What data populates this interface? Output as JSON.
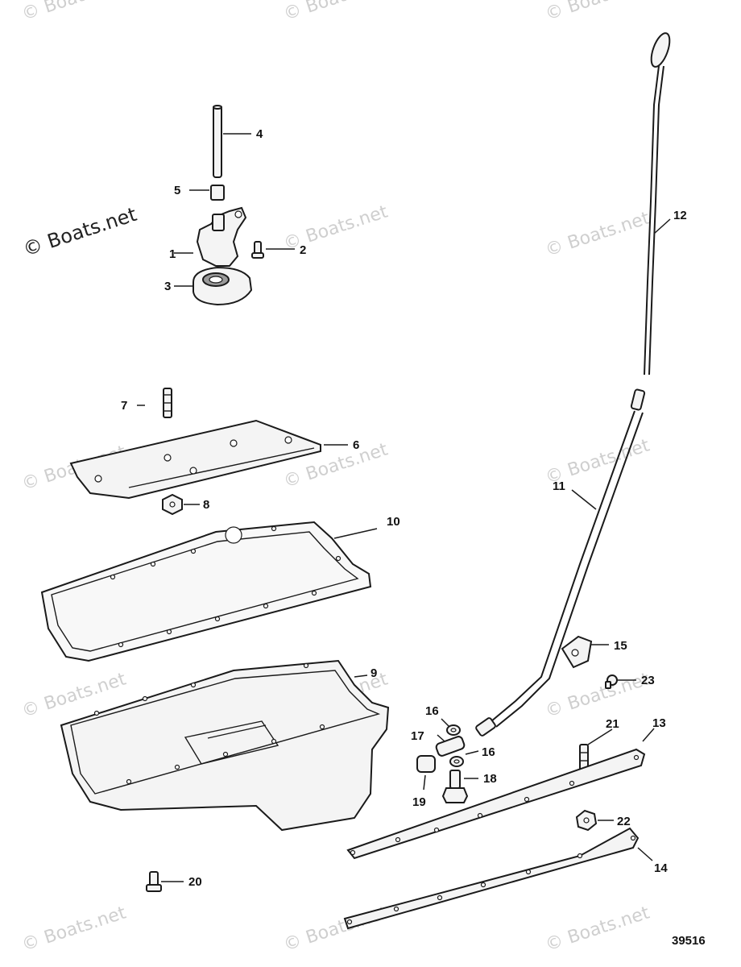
{
  "diagram": {
    "figure_number": "39516",
    "copyright_notice": "© Boats.net",
    "watermark_text": "© Boats.net",
    "callouts": [
      "1",
      "2",
      "3",
      "4",
      "5",
      "6",
      "7",
      "8",
      "9",
      "10",
      "11",
      "12",
      "13",
      "14",
      "15",
      "16",
      "16",
      "17",
      "18",
      "19",
      "20",
      "21",
      "22",
      "23"
    ]
  },
  "colors": {
    "ink": "#1a1a1a",
    "watermark": "#cfcfcf",
    "background": "#ffffff"
  }
}
